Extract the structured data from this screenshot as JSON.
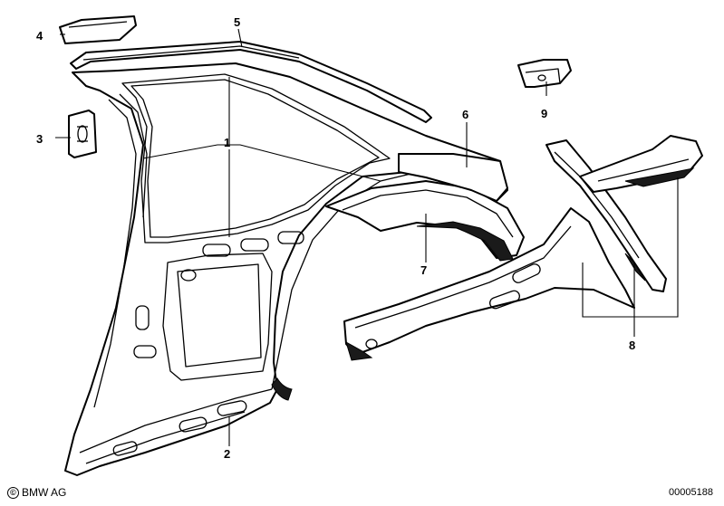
{
  "callouts": [
    {
      "id": "1",
      "label": "1"
    },
    {
      "id": "2",
      "label": "2"
    },
    {
      "id": "3",
      "label": "3"
    },
    {
      "id": "4",
      "label": "4"
    },
    {
      "id": "5",
      "label": "5"
    },
    {
      "id": "6",
      "label": "6"
    },
    {
      "id": "7",
      "label": "7"
    },
    {
      "id": "8",
      "label": "8"
    },
    {
      "id": "9",
      "label": "9"
    }
  ],
  "footer": {
    "copyright_symbol": "©",
    "brand": "BMW AG",
    "diagram_number": "00005188"
  },
  "colors": {
    "line": "#000000",
    "background": "#ffffff"
  }
}
